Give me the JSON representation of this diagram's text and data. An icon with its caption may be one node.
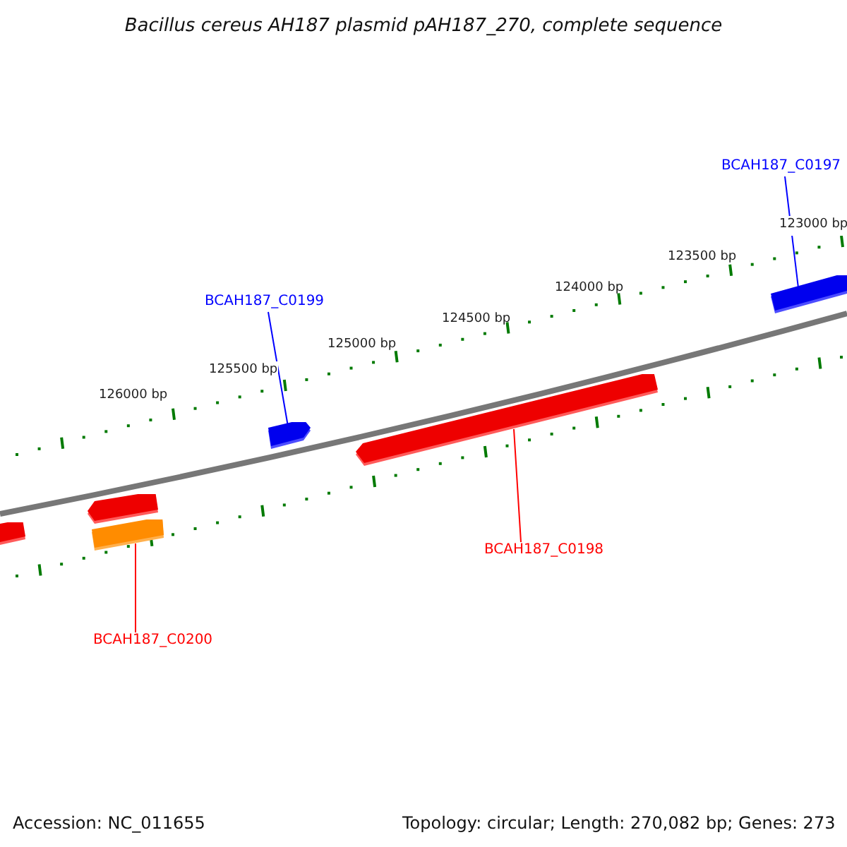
{
  "diagram": {
    "title": "Bacillus cereus AH187 plasmid pAH187_270, complete sequence",
    "nodes": [
      {
        "text": [
          "BCAH187_C0197"
        ]
      },
      {
        "text": [
          "BCAH187_C0199"
        ]
      },
      {
        "text": [
          "BCAH187_C0198"
        ]
      },
      {
        "text": [
          "BCAH187_C0200"
        ]
      },
      {
        "text": [],
        "shape": "bar"
      },
      {
        "text": [],
        "shape": "bar"
      },
      {
        "text": [],
        "shape": "bar"
      },
      {
        "text": [],
        "shape": "bar"
      },
      {
        "text": [],
        "shape": "bar"
      },
      {
        "text": [],
        "shape": "bar"
      }
    ],
    "edges": [
      {
        "from": 0,
        "to": 4,
        "arrow": "none",
        "color": "#0000ff"
      },
      {
        "from": 1,
        "to": 5,
        "arrow": "none",
        "color": "#0000ff"
      },
      {
        "from": 2,
        "to": 6,
        "arrow": "none",
        "color": "#ff0000"
      },
      {
        "from": 3,
        "to": 8,
        "arrow": "none",
        "color": "#ff0000"
      }
    ],
    "labels": [
      "123000 bp",
      "123500 bp",
      "124000 bp",
      "124500 bp",
      "125000 bp",
      "125500 bp",
      "126000 bp",
      "Accession: NC_011655",
      "Topology: circular; Length: 270,082 bp; Genes: 273"
    ]
  }
}
